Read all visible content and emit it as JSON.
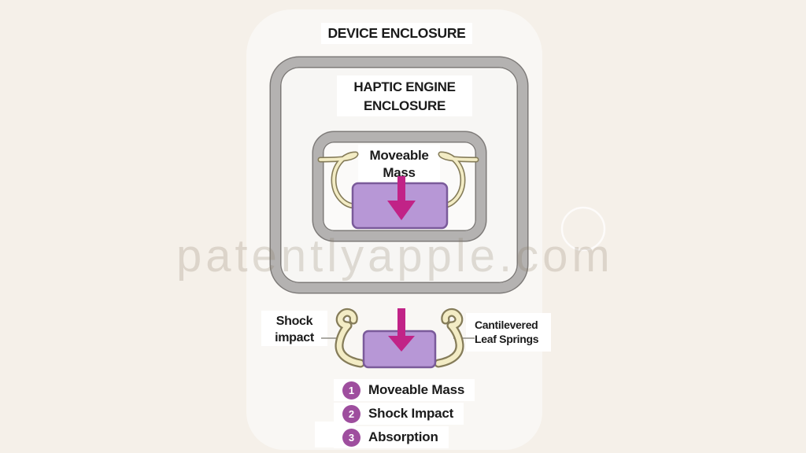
{
  "colors": {
    "page_bg": "#f5f0e9",
    "panel_bg": "#f9f7f4",
    "strip_bg": "#ffffff",
    "gray_band": "#b4b2b1",
    "gray_edge": "#7d7a78",
    "enclosure_bg": "#f7f6f4",
    "inner_bg": "#fbfaf9",
    "spring_fill": "#f3ecc5",
    "spring_outline": "#857c59",
    "mass_fill": "#b797d6",
    "mass_border": "#7a5a9a",
    "arrow": "#c12387",
    "legend_badge": "#9e4e9e",
    "text": "#1b1b1b",
    "watermark": "#85765f"
  },
  "labels": {
    "device_enclosure": "DEVICE ENCLOSURE",
    "haptic_engine_line1": "HAPTIC ENGINE",
    "haptic_engine_line2": "ENCLOSURE",
    "moveable_mass_line1": "Moveable",
    "moveable_mass_line2": "Mass",
    "shock_impact_line1": "Shock",
    "shock_impact_line2": "impact",
    "leaf_springs_line1": "Cantilevered",
    "leaf_springs_line2": "Leaf Springs"
  },
  "legend": {
    "items": [
      {
        "number": "1",
        "label": "Moveable Mass"
      },
      {
        "number": "2",
        "label": "Shock Impact"
      },
      {
        "number": "3",
        "label": "Absorption"
      }
    ]
  },
  "watermark": {
    "text": "patentlyapple.com"
  }
}
